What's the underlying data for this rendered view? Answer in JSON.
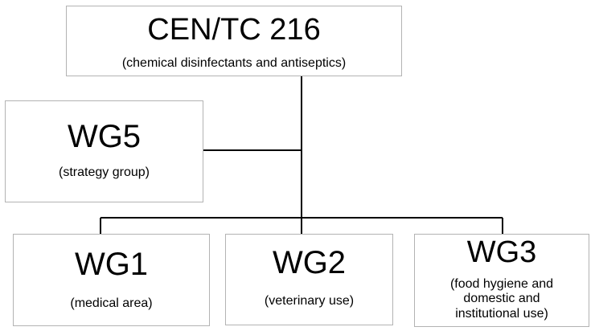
{
  "top": {
    "title": "CEN/TC 216",
    "subtitle": "(chemical disinfectants and antiseptics)"
  },
  "wg5": {
    "title": "WG5",
    "subtitle": "(strategy group)"
  },
  "wg1": {
    "title": "WG1",
    "subtitle": "(medical area)"
  },
  "wg2": {
    "title": "WG2",
    "subtitle": "(veterinary use)"
  },
  "wg3": {
    "title": "WG3",
    "subtitle_lines": [
      "(food hygiene and",
      "domestic and",
      "institutional use)"
    ]
  }
}
